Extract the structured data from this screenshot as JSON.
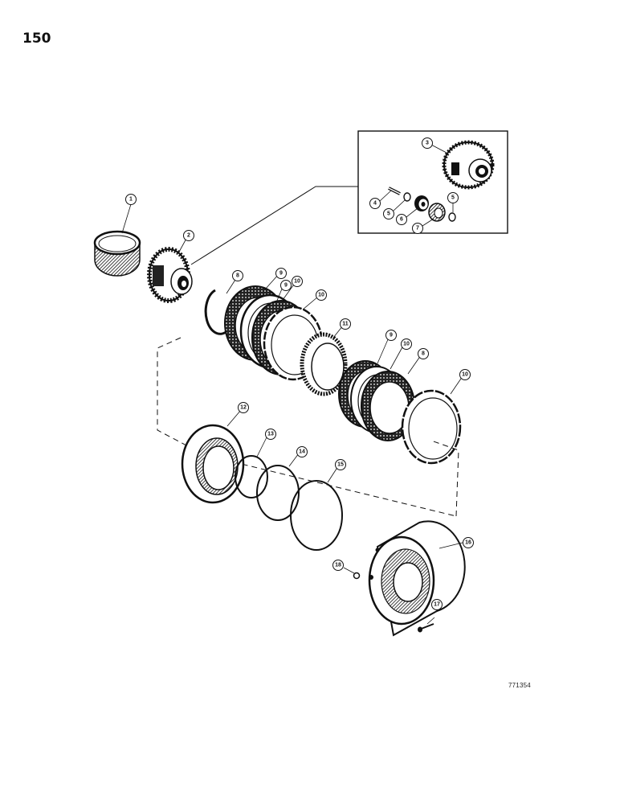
{
  "page_number": "150",
  "drawing_code": "771354",
  "callouts": [
    {
      "id": "c1",
      "label": "1"
    },
    {
      "id": "c2",
      "label": "2"
    },
    {
      "id": "c3",
      "label": "3"
    },
    {
      "id": "c4",
      "label": "4"
    },
    {
      "id": "c5a",
      "label": "5"
    },
    {
      "id": "c5b",
      "label": "5"
    },
    {
      "id": "c6",
      "label": "6"
    },
    {
      "id": "c7",
      "label": "7"
    },
    {
      "id": "c8a",
      "label": "8"
    },
    {
      "id": "c9a",
      "label": "9"
    },
    {
      "id": "c10a",
      "label": "10"
    },
    {
      "id": "c9b",
      "label": "9"
    },
    {
      "id": "c10b",
      "label": "10"
    },
    {
      "id": "c11",
      "label": "11"
    },
    {
      "id": "c9c",
      "label": "9"
    },
    {
      "id": "c10c",
      "label": "10"
    },
    {
      "id": "c8b",
      "label": "8"
    },
    {
      "id": "c10d",
      "label": "10"
    },
    {
      "id": "c12",
      "label": "12"
    },
    {
      "id": "c13",
      "label": "13"
    },
    {
      "id": "c14",
      "label": "14"
    },
    {
      "id": "c15",
      "label": "15"
    },
    {
      "id": "c16",
      "label": "16"
    },
    {
      "id": "c18",
      "label": "18"
    },
    {
      "id": "c17",
      "label": "17"
    }
  ]
}
